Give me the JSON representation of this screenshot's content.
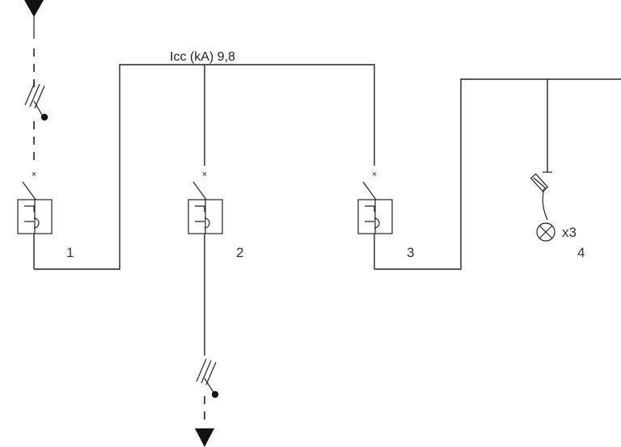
{
  "diagram": {
    "icc_label": "Icc (kA) 9,8",
    "breakers": [
      {
        "number": "1"
      },
      {
        "number": "2"
      },
      {
        "number": "3"
      }
    ],
    "lamp_circuit": {
      "number": "4",
      "multiplier": "x3"
    }
  }
}
